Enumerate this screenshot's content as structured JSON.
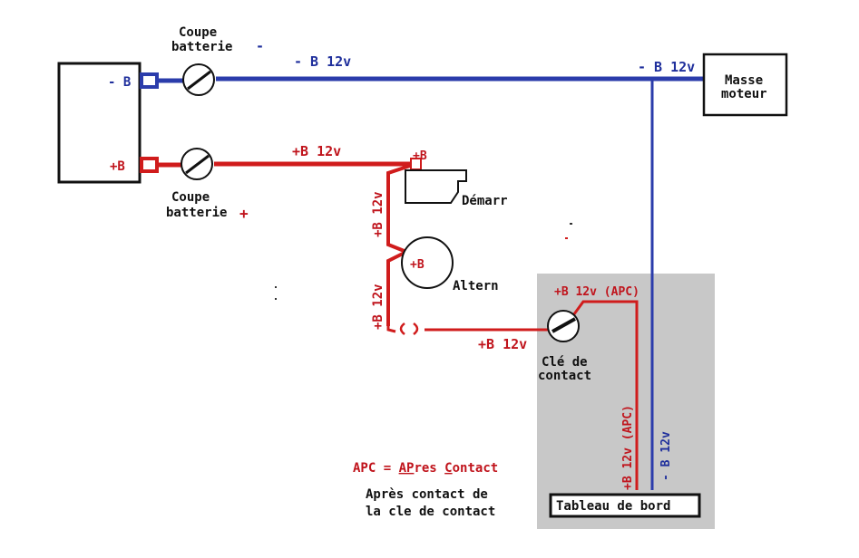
{
  "colors": {
    "positive": "#d01c1c",
    "negative": "#2b3cab",
    "panel": "#c8c8c8",
    "ink": "#111111"
  },
  "labels": {
    "neg_terminal": "- B",
    "pos_terminal": "+B",
    "breaker_neg_line1": "Coupe",
    "breaker_neg_line2": "batterie",
    "breaker_neg_sign": "-",
    "breaker_pos_line1": "Coupe",
    "breaker_pos_line2": "batterie",
    "breaker_pos_sign": "+",
    "neg_wire_1": "- B 12v",
    "neg_wire_2": "- B 12v",
    "ground_line1": "Masse",
    "ground_line2": "moteur",
    "pos_wire_main": "+B 12v",
    "starter_terminal": "+B",
    "starter_name": "Démarr",
    "pos_wire_vertical_1": "+B 12v",
    "alternator_terminal": "+B",
    "alternator_name": "Altern",
    "pos_wire_vertical_2": "+B 12v",
    "pos_wire_to_key": "+B 12v",
    "apc_wire": "+B 12v (APC)",
    "key_line1": "Clé de",
    "key_line2": "contact",
    "apc_vertical": "+B 12v (APC)",
    "neg_vertical": "- B 12v",
    "dashboard": "Tableau de bord",
    "legend_part1": "APC",
    "legend_part2": " = ",
    "legend_part3": "AP",
    "legend_part4": "res ",
    "legend_part5": "C",
    "legend_part6": "ontact",
    "legend_line2": "Après contact de",
    "legend_line3": "la cle de contact"
  }
}
